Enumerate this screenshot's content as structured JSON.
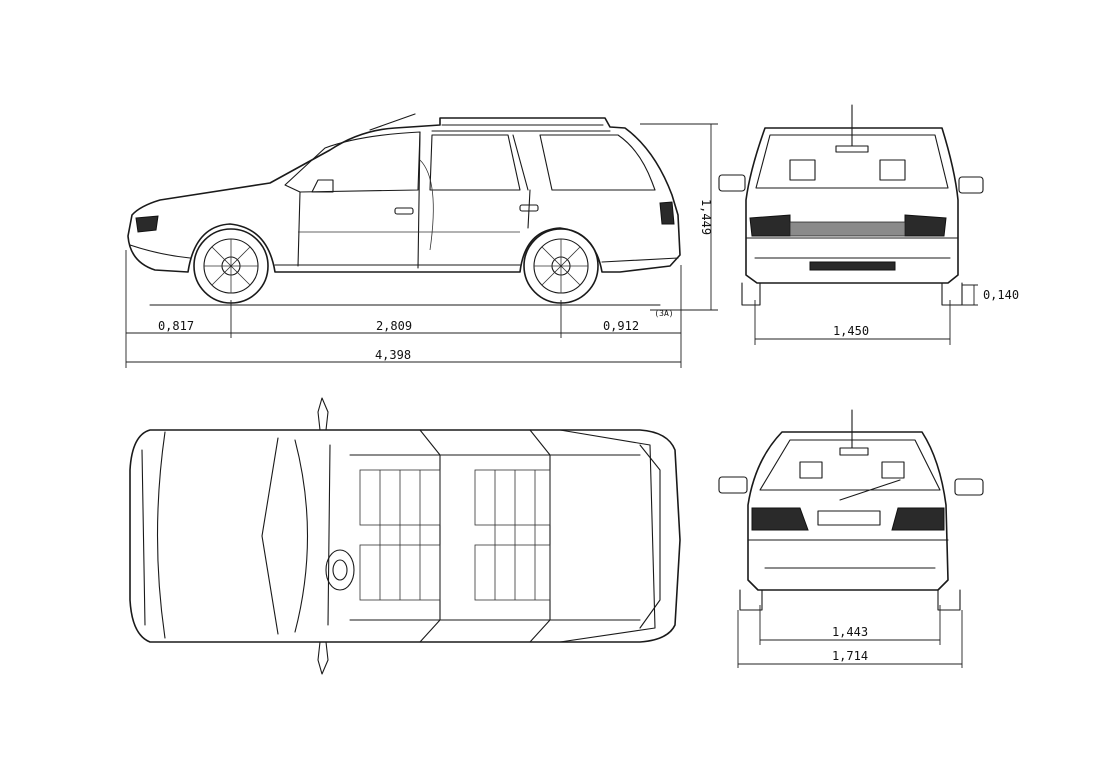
{
  "dimensions": {
    "front_overhang": "0,817",
    "wheelbase": "2,809",
    "rear_overhang": "0,912",
    "overall_length": "4,398",
    "height": "1,449",
    "ground_clearance": "0,140",
    "front_track": "1,450",
    "rear_track": "1,443",
    "overall_width": "1,714",
    "scale_note": "(3A)"
  }
}
